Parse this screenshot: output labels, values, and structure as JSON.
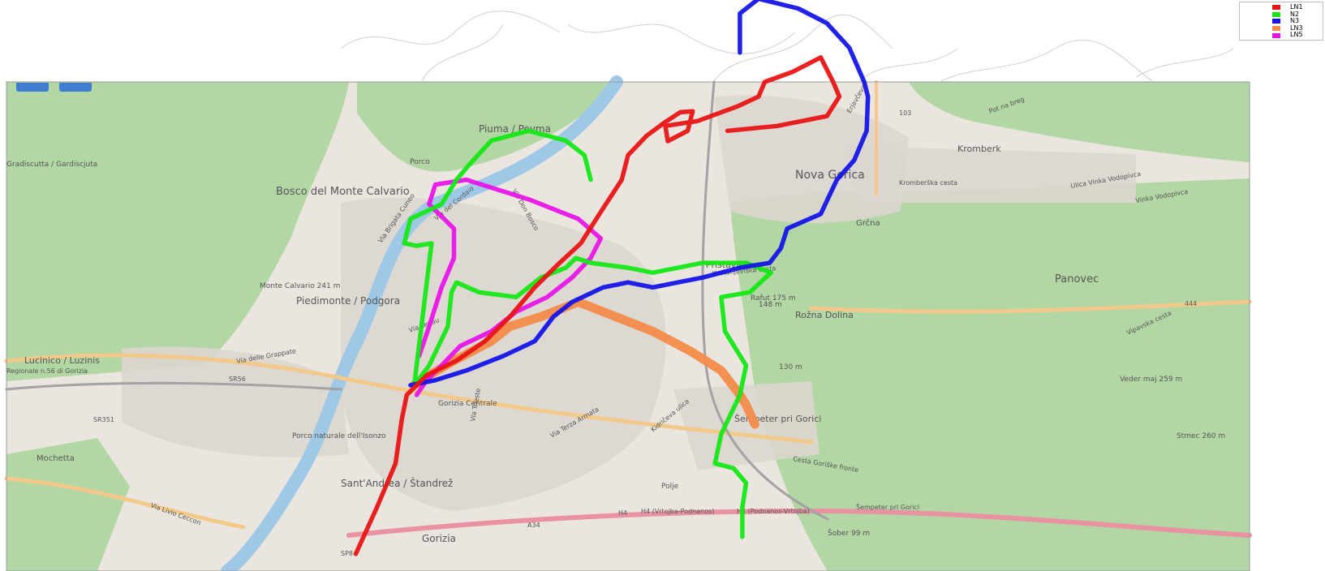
{
  "legend": {
    "items": [
      {
        "label": "LN1",
        "color": "#e81515"
      },
      {
        "label": "N2",
        "color": "#15e815"
      },
      {
        "label": "N3",
        "color": "#1515e8"
      },
      {
        "label": "LN3",
        "color": "#f28c4a"
      },
      {
        "label": "LN5",
        "color": "#e815e8"
      }
    ]
  },
  "map": {
    "place_labels": [
      {
        "text": "Piuma / Pevma",
        "size": 12
      },
      {
        "text": "Gradiscutta / Gardiscjuta",
        "size": 9
      },
      {
        "text": "Bosco del Monte Calvario",
        "size": 13
      },
      {
        "text": "Monte Calvario 241 m",
        "size": 9
      },
      {
        "text": "Piedimonte / Podgora",
        "size": 12
      },
      {
        "text": "Lucinico / Luzinis",
        "size": 11
      },
      {
        "text": "Nova Gorica",
        "size": 14
      },
      {
        "text": "Kromberk",
        "size": 11
      },
      {
        "text": "Grčna",
        "size": 10
      },
      {
        "text": "Pristava",
        "size": 11
      },
      {
        "text": "Rafut 175 m",
        "size": 9
      },
      {
        "text": "148 m",
        "size": 9
      },
      {
        "text": "Rožna Dolina",
        "size": 11
      },
      {
        "text": "Panovec",
        "size": 13
      },
      {
        "text": "130 m",
        "size": 9
      },
      {
        "text": "Veder maj 259 m",
        "size": 9
      },
      {
        "text": "Stmec 260 m",
        "size": 9
      },
      {
        "text": "Porco naturale dell'Isonzo",
        "size": 9
      },
      {
        "text": "Mochetta",
        "size": 10
      },
      {
        "text": "Sant'Andrea / Štandrež",
        "size": 12
      },
      {
        "text": "Gorizia Centrale",
        "size": 9
      },
      {
        "text": "Šempeter pri Gorici",
        "size": 11
      },
      {
        "text": "Polje",
        "size": 9
      },
      {
        "text": "Šober 99 m",
        "size": 9
      },
      {
        "text": "Gorizia",
        "size": 12
      },
      {
        "text": "Porco",
        "size": 9
      }
    ],
    "road_labels": [
      "Via del Cordaio",
      "Via Don Bosco",
      "Via Brigata Cuneo",
      "Via Lenau",
      "Via delle Grappate",
      "Regionale n.56 di Gorizia",
      "SR56",
      "SR351",
      "Via Livio Ceccon",
      "SP8",
      "A34",
      "H4",
      "H4 (Vrtojba-Podnanos)",
      "H4 (Podnanos-Vrtojba)",
      "Šempeter pri Gorici",
      "Cesta Goriške fronte",
      "Kidričeva ulica",
      "Via Terza Armata",
      "Via Trieste",
      "Kromberška cesta",
      "Ulica Vinka Vodopivca",
      "Vipavska cesta",
      "444",
      "103",
      "Kostanjeviška cesta",
      "Erjavčeva",
      "Pot na breg",
      "Vinka Vodopivca"
    ]
  },
  "chart_data": {
    "type": "line",
    "legend_position": "top-right",
    "series": [
      {
        "name": "LN1",
        "color": "#e81515",
        "points": [
          [
            0.281,
            0.965
          ],
          [
            0.298,
            0.87
          ],
          [
            0.313,
            0.78
          ],
          [
            0.318,
            0.69
          ],
          [
            0.322,
            0.64
          ],
          [
            0.338,
            0.6
          ],
          [
            0.362,
            0.57
          ],
          [
            0.385,
            0.53
          ],
          [
            0.405,
            0.48
          ],
          [
            0.425,
            0.42
          ],
          [
            0.445,
            0.37
          ],
          [
            0.462,
            0.33
          ],
          [
            0.477,
            0.27
          ],
          [
            0.495,
            0.2
          ],
          [
            0.5,
            0.15
          ],
          [
            0.515,
            0.11
          ],
          [
            0.53,
            0.082
          ],
          [
            0.542,
            0.062
          ],
          [
            0.552,
            0.06
          ],
          [
            0.548,
            0.1
          ],
          [
            0.532,
            0.121
          ],
          [
            0.53,
            0.09
          ],
          [
            0.556,
            0.08
          ],
          [
            0.588,
            0.05
          ],
          [
            0.605,
            0.03
          ],
          [
            0.61,
            0.0
          ],
          [
            0.632,
            -0.02
          ],
          [
            0.655,
            -0.05
          ],
          [
            0.665,
            0.0
          ],
          [
            0.67,
            0.03
          ],
          [
            0.66,
            0.07
          ],
          [
            0.62,
            0.09
          ],
          [
            0.58,
            0.1
          ]
        ]
      },
      {
        "name": "N2",
        "color": "#15e815",
        "points": [
          [
            0.592,
            0.93
          ],
          [
            0.592,
            0.87
          ],
          [
            0.595,
            0.82
          ],
          [
            0.585,
            0.79
          ],
          [
            0.57,
            0.78
          ],
          [
            0.575,
            0.72
          ],
          [
            0.59,
            0.64
          ],
          [
            0.595,
            0.58
          ],
          [
            0.578,
            0.51
          ],
          [
            0.575,
            0.44
          ],
          [
            0.598,
            0.43
          ],
          [
            0.615,
            0.39
          ],
          [
            0.595,
            0.37
          ],
          [
            0.56,
            0.37
          ],
          [
            0.52,
            0.39
          ],
          [
            0.5,
            0.38
          ],
          [
            0.47,
            0.37
          ],
          [
            0.458,
            0.36
          ],
          [
            0.45,
            0.38
          ],
          [
            0.43,
            0.4
          ],
          [
            0.41,
            0.44
          ],
          [
            0.38,
            0.43
          ],
          [
            0.362,
            0.41
          ],
          [
            0.358,
            0.43
          ],
          [
            0.355,
            0.5
          ],
          [
            0.34,
            0.58
          ],
          [
            0.328,
            0.62
          ],
          [
            0.342,
            0.33
          ],
          [
            0.33,
            0.335
          ],
          [
            0.32,
            0.33
          ],
          [
            0.325,
            0.28
          ],
          [
            0.35,
            0.25
          ],
          [
            0.362,
            0.2
          ],
          [
            0.372,
            0.17
          ],
          [
            0.39,
            0.12
          ],
          [
            0.42,
            0.1
          ],
          [
            0.45,
            0.12
          ],
          [
            0.465,
            0.15
          ],
          [
            0.47,
            0.2
          ]
        ]
      },
      {
        "name": "N3",
        "color": "#1515e8",
        "points": [
          [
            0.325,
            0.62
          ],
          [
            0.345,
            0.61
          ],
          [
            0.37,
            0.59
          ],
          [
            0.4,
            0.56
          ],
          [
            0.425,
            0.53
          ],
          [
            0.44,
            0.48
          ],
          [
            0.455,
            0.45
          ],
          [
            0.48,
            0.42
          ],
          [
            0.5,
            0.41
          ],
          [
            0.52,
            0.42
          ],
          [
            0.54,
            0.41
          ],
          [
            0.56,
            0.4
          ],
          [
            0.59,
            0.38
          ],
          [
            0.614,
            0.37
          ],
          [
            0.623,
            0.34
          ],
          [
            0.628,
            0.3
          ],
          [
            0.655,
            0.27
          ],
          [
            0.668,
            0.2
          ],
          [
            0.682,
            0.16
          ],
          [
            0.692,
            0.1
          ],
          [
            0.693,
            0.03
          ],
          [
            0.69,
            0.0
          ],
          [
            0.678,
            -0.07
          ],
          [
            0.66,
            -0.12
          ],
          [
            0.637,
            -0.15
          ],
          [
            0.605,
            -0.17
          ],
          [
            0.59,
            -0.14
          ],
          [
            0.59,
            -0.06
          ]
        ]
      },
      {
        "name": "LN3",
        "color": "#f28c4a",
        "points": [
          [
            0.328,
            0.62
          ],
          [
            0.34,
            0.6
          ],
          [
            0.36,
            0.57
          ],
          [
            0.375,
            0.55
          ],
          [
            0.39,
            0.53
          ],
          [
            0.405,
            0.5
          ],
          [
            0.43,
            0.48
          ],
          [
            0.46,
            0.45
          ],
          [
            0.49,
            0.48
          ],
          [
            0.52,
            0.51
          ],
          [
            0.55,
            0.55
          ],
          [
            0.575,
            0.59
          ],
          [
            0.59,
            0.64
          ],
          [
            0.595,
            0.66
          ],
          [
            0.602,
            0.7
          ]
        ]
      },
      {
        "name": "LN5",
        "color": "#e815e8",
        "points": [
          [
            0.33,
            0.64
          ],
          [
            0.338,
            0.61
          ],
          [
            0.35,
            0.58
          ],
          [
            0.365,
            0.54
          ],
          [
            0.39,
            0.51
          ],
          [
            0.41,
            0.47
          ],
          [
            0.435,
            0.44
          ],
          [
            0.455,
            0.4
          ],
          [
            0.47,
            0.36
          ],
          [
            0.478,
            0.32
          ],
          [
            0.46,
            0.28
          ],
          [
            0.44,
            0.26
          ],
          [
            0.42,
            0.24
          ],
          [
            0.395,
            0.22
          ],
          [
            0.37,
            0.2
          ],
          [
            0.345,
            0.21
          ],
          [
            0.34,
            0.25
          ],
          [
            0.36,
            0.3
          ],
          [
            0.36,
            0.36
          ],
          [
            0.35,
            0.42
          ],
          [
            0.34,
            0.5
          ],
          [
            0.332,
            0.56
          ]
        ]
      }
    ]
  }
}
